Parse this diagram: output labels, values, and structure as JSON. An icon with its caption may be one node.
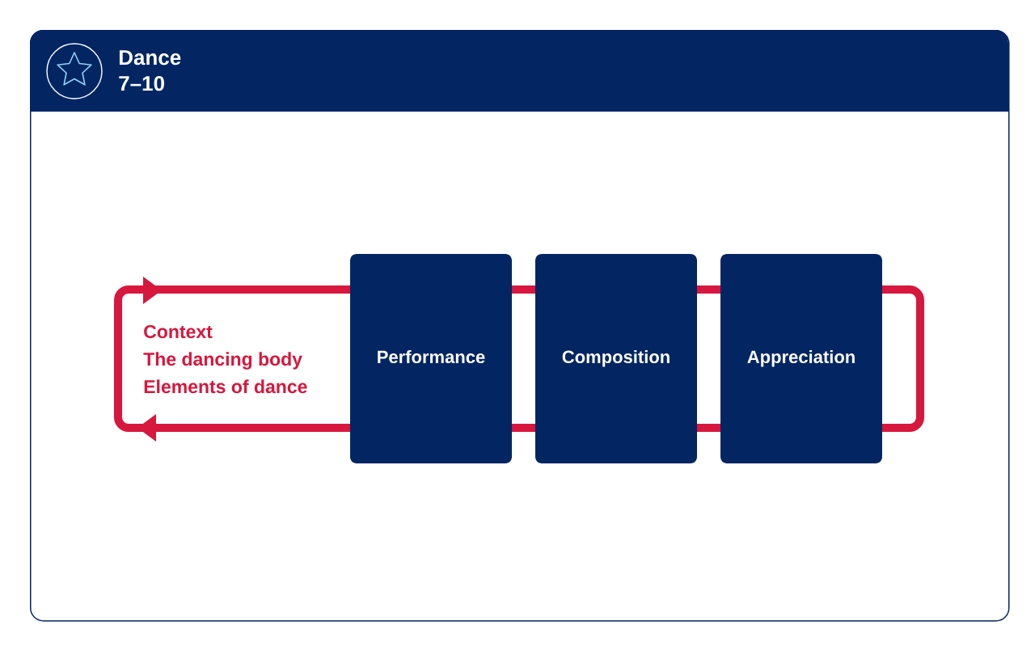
{
  "diagram": {
    "nodes": [
      {
        "text": [
          "Dance 7–10"
        ]
      },
      {
        "text": [
          "Performance"
        ],
        "in": 0
      },
      {
        "text": [
          "Composition"
        ],
        "in": 0
      },
      {
        "text": [
          "Appreciation"
        ],
        "in": 0
      }
    ],
    "labels": [
      "Context",
      "The dancing body",
      "Elements of dance"
    ]
  }
}
